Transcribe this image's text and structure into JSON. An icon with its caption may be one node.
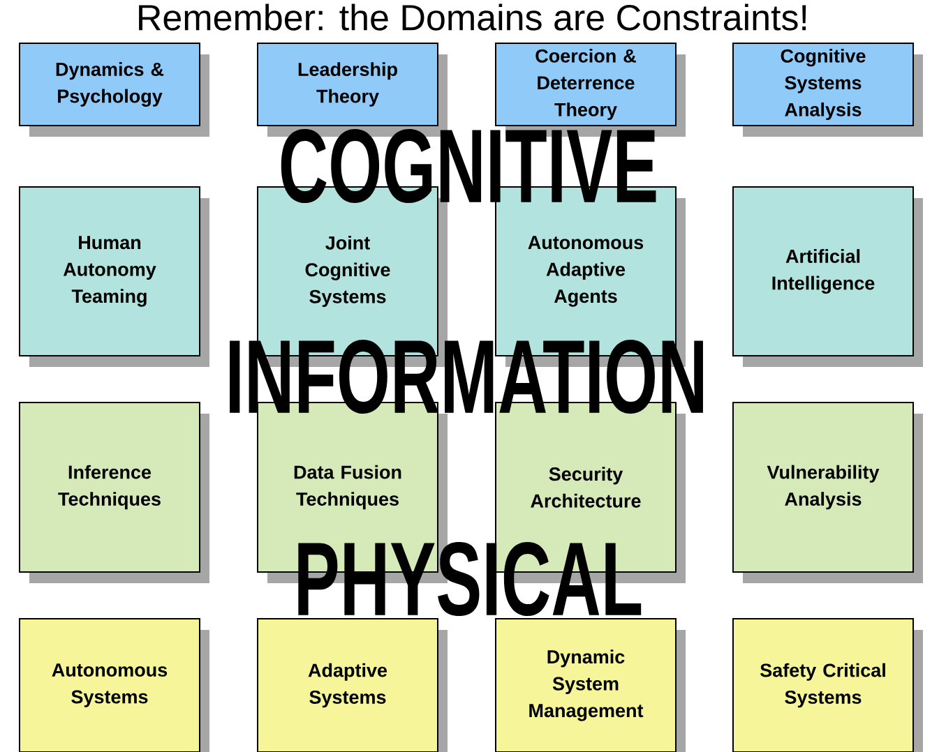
{
  "diagram": {
    "title": "Remember: the Domains are Constraints!",
    "nodes": [
      {
        "text": [
          "Dynamics & Psychology"
        ]
      },
      {
        "text": [
          "Leadership Theory"
        ]
      },
      {
        "text": [
          "Coercion & Deterrence Theory"
        ]
      },
      {
        "text": [
          "Cognitive Systems Analysis"
        ]
      },
      {
        "text": [
          "Human Autonomy Teaming"
        ]
      },
      {
        "text": [
          "Joint Cognitive Systems"
        ]
      },
      {
        "text": [
          "Autonomous Adaptive Agents"
        ]
      },
      {
        "text": [
          "Artificial Intelligence"
        ]
      },
      {
        "text": [
          "Inference Techniques"
        ]
      },
      {
        "text": [
          "Data Fusion Techniques"
        ]
      },
      {
        "text": [
          "Security Architecture"
        ]
      },
      {
        "text": [
          "Vulnerability Analysis"
        ]
      },
      {
        "text": [
          "Autonomous Systems"
        ]
      },
      {
        "text": [
          "Adaptive Systems"
        ]
      },
      {
        "text": [
          "Dynamic System Management"
        ]
      },
      {
        "text": [
          "Safety Critical Systems"
        ]
      }
    ],
    "labels": [
      "COGNITIVE",
      "INFORMATION",
      "PHYSICAL"
    ]
  }
}
